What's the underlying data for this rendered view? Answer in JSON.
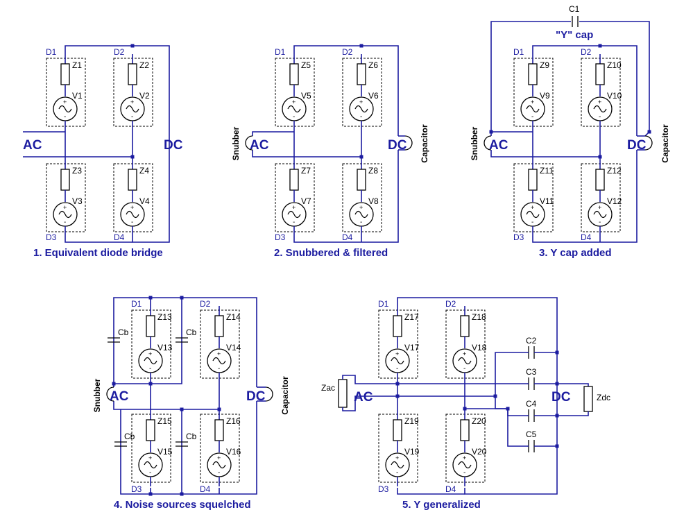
{
  "panels": [
    {
      "caption": "1. Equivalent diode bridge",
      "ac": "AC",
      "dc": "DC",
      "diodes": [
        "D1",
        "D2",
        "D3",
        "D4"
      ],
      "impedances": [
        "Z1",
        "Z2",
        "Z3",
        "Z4"
      ],
      "sources": [
        "V1",
        "V2",
        "V3",
        "V4"
      ]
    },
    {
      "caption": "2. Snubbered & filtered",
      "ac": "AC",
      "dc": "DC",
      "snubber": "Snubber",
      "capacitor": "Capacitor",
      "diodes": [
        "D1",
        "D2",
        "D3",
        "D4"
      ],
      "impedances": [
        "Z5",
        "Z6",
        "Z7",
        "Z8"
      ],
      "sources": [
        "V5",
        "V6",
        "V7",
        "V8"
      ]
    },
    {
      "caption": "3. Y cap added",
      "ac": "AC",
      "dc": "DC",
      "snubber": "Snubber",
      "capacitor": "Capacitor",
      "ycap_name": "C1",
      "ycap_label": "\"Y\" cap",
      "diodes": [
        "D1",
        "D2",
        "D3",
        "D4"
      ],
      "impedances": [
        "Z9",
        "Z10",
        "Z11",
        "Z12"
      ],
      "sources": [
        "V9",
        "V10",
        "V11",
        "V12"
      ]
    },
    {
      "caption": "4. Noise sources squelched",
      "ac": "AC",
      "dc": "DC",
      "snubber": "Snubber",
      "capacitor": "Capacitor",
      "cb": "Cb",
      "diodes": [
        "D1",
        "D2",
        "D3",
        "D4"
      ],
      "impedances": [
        "Z13",
        "Z14",
        "Z15",
        "Z16"
      ],
      "sources": [
        "V13",
        "V14",
        "V15",
        "V16"
      ]
    },
    {
      "caption": "5. Y generalized",
      "ac": "AC",
      "dc": "DC",
      "zac": "Zac",
      "zdc": "Zdc",
      "caps": [
        "C2",
        "C3",
        "C4",
        "C5"
      ],
      "diodes": [
        "D1",
        "D2",
        "D3",
        "D4"
      ],
      "impedances": [
        "Z17",
        "Z18",
        "Z19",
        "Z20"
      ],
      "sources": [
        "V17",
        "V18",
        "V19",
        "V20"
      ]
    }
  ]
}
